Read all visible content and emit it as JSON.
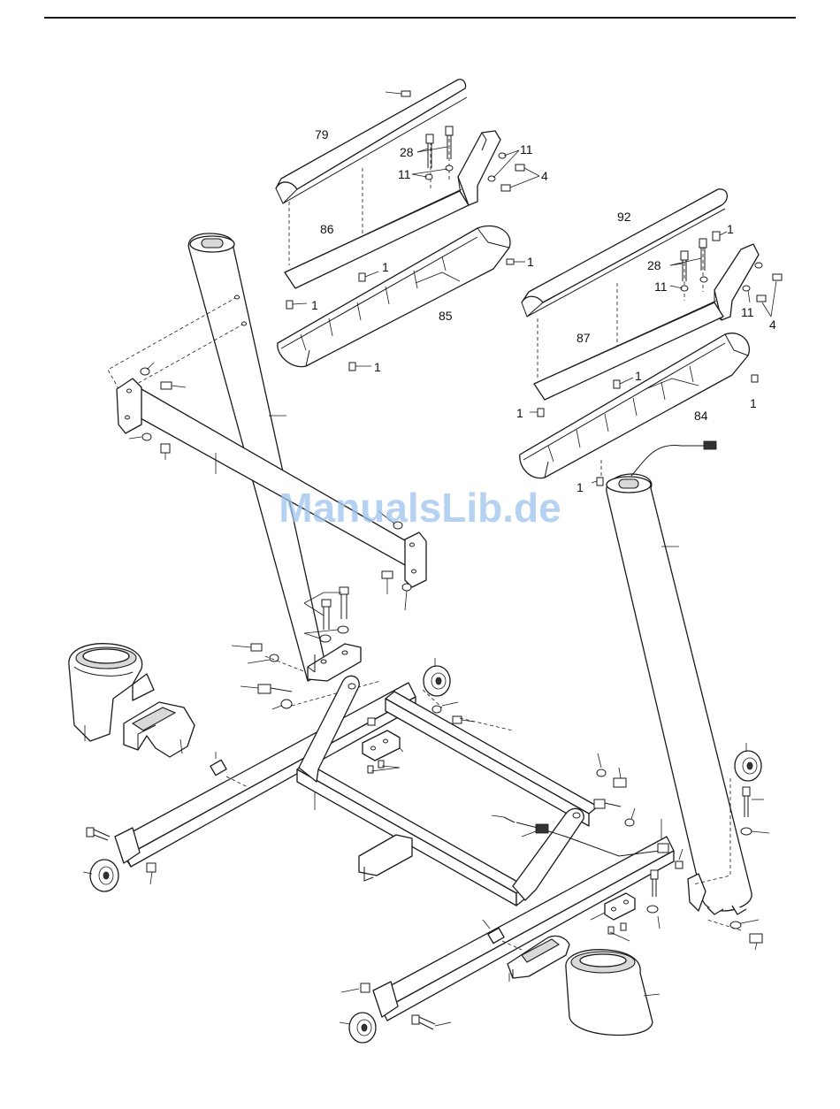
{
  "watermark": "ManualsLib.de",
  "colors": {
    "watermark": "#9ec3ee",
    "line": "#1a1a1a",
    "background": "#ffffff"
  },
  "labels": {
    "p79": "79",
    "p86": "86",
    "p85": "85",
    "p92": "92",
    "p87": "87",
    "p84": "84",
    "p28a": "28",
    "p11a": "11",
    "p11b": "11",
    "p4a": "4",
    "p28b": "28",
    "p11c": "11",
    "p11d": "11",
    "p4b": "4",
    "p1a": "1",
    "p1b": "1",
    "p1c": "1",
    "p1d": "1",
    "p1e": "1",
    "p1f": "1",
    "p1g": "1",
    "p1h": "1",
    "p1i": "1"
  }
}
